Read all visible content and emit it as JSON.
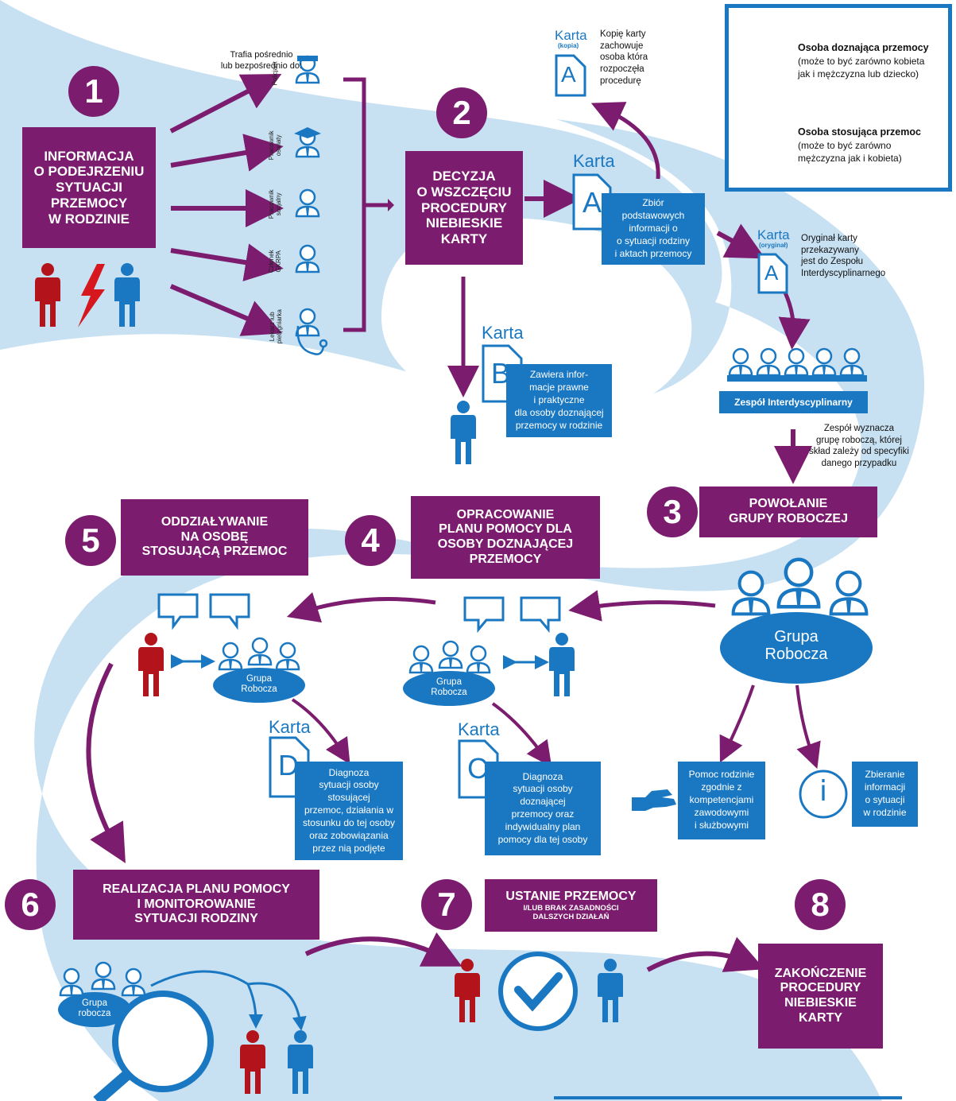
{
  "legend": {
    "victim_title": "Osoba doznająca przemocy",
    "victim_desc": [
      "(może to być zarówno kobieta",
      "jak i mężczyzna lub dziecko)"
    ],
    "perpetrator_title": "Osoba stosująca przemoc",
    "perpetrator_desc": [
      "(może to być zarówno",
      "mężczyzna jak i kobieta)"
    ]
  },
  "steps": {
    "s1": {
      "num": "1",
      "lines": [
        "INFORMACJA",
        "O PODEJRZENIU",
        "SYTUACJI",
        "PRZEMOCY",
        "W RODZINIE"
      ]
    },
    "s2": {
      "num": "2",
      "lines": [
        "DECYZJA",
        "O WSZCZĘCIU",
        "PROCEDURY",
        "NIEBIESKIE",
        "KARTY"
      ]
    },
    "s3": {
      "num": "3",
      "lines": [
        "POWOŁANIE",
        "GRUPY ROBOCZEJ"
      ]
    },
    "s4": {
      "num": "4",
      "lines": [
        "OPRACOWANIE",
        "PLANU POMOCY DLA",
        "OSOBY DOZNAJĄCEJ",
        "PRZEMOCY"
      ]
    },
    "s5": {
      "num": "5",
      "lines": [
        "ODDZIAŁYWANIE",
        "NA OSOBĘ",
        "STOSUJĄCĄ PRZEMOC"
      ]
    },
    "s6": {
      "num": "6",
      "lines": [
        "REALIZACJA PLANU POMOCY",
        "I MONITOROWANIE",
        "SYTUACJI RODZINY"
      ]
    },
    "s7": {
      "num": "7",
      "title": "USTANIE PRZEMOCY",
      "sub": [
        "I/LUB BRAK ZASADNOŚCI",
        "DALSZYCH DZIAŁAŃ"
      ]
    },
    "s8": {
      "num": "8",
      "lines": [
        "ZAKOŃCZENIE",
        "PROCEDURY",
        "NIEBIESKIE",
        "KARTY"
      ]
    }
  },
  "trafia": [
    "Trafia pośrednio",
    "lub bezpośrednio do:"
  ],
  "roles": {
    "policjant": [
      "Policjant"
    ],
    "oswiata": [
      "Pracownik",
      "oświaty"
    ],
    "socjalny": [
      "Pracownik",
      "socjalny"
    ],
    "gkrpa": [
      "Członek",
      "GKRPA"
    ],
    "lekarz": [
      "Lekarz lub",
      "pielęgniarka"
    ]
  },
  "karta_label": "Karta",
  "kopia_label": "(kopia)",
  "oryginal_label": "(oryginał)",
  "letters": {
    "a": "A",
    "b": "B",
    "c": "C",
    "d": "D"
  },
  "kopia_note": [
    "Kopię karty",
    "zachowuje",
    "osoba która",
    "rozpoczęła",
    "procedurę"
  ],
  "oryginal_note": [
    "Oryginał karty",
    "przekazywany",
    "jest do Zespołu",
    "Interdyscyplinarnego"
  ],
  "karta_a_box": [
    "Zbiór",
    "podstawowych",
    "informacji o",
    "o sytuacji rodziny",
    "i aktach przemocy"
  ],
  "karta_b_box": [
    "Zawiera infor-",
    "macje prawne",
    "i praktyczne",
    "dla osoby doznającej",
    "przemocy w rodzinie"
  ],
  "karta_c_box": [
    "Diagnoza",
    "sytuacji osoby",
    "doznającej",
    "przemocy oraz",
    "indywidualny plan",
    "pomocy dla tej osoby"
  ],
  "karta_d_box": [
    "Diagnoza",
    "sytuacji osoby",
    "stosującej",
    "przemoc, działania w",
    "stosunku do tej osoby",
    "oraz zobowiązania",
    "przez nią podjęte"
  ],
  "zespol_label": "Zespół Interdyscyplinarny",
  "zespol_note": [
    "Zespół wyznacza",
    "grupę roboczą, której",
    "skład zależy od specyfiki",
    "danego przypadku"
  ],
  "grupa_big": [
    "Grupa",
    "Robocza"
  ],
  "grupa_small": [
    "Grupa",
    "Robocza"
  ],
  "grupa_s6": [
    "Grupa",
    "robocza"
  ],
  "pomoc_box": [
    "Pomoc rodzinie",
    "zgodnie z",
    "kompetencjami",
    "zawodowymi",
    "i służbowymi"
  ],
  "info_box": [
    "Zbieranie",
    "informacji",
    "o sytuacji",
    "w rodzinie"
  ],
  "info_icon_glyph": "i",
  "colors": {
    "purple": "#7b1c6e",
    "blue": "#1a78c2",
    "red": "#b3141b",
    "light_blue": "#c7e0f2"
  }
}
